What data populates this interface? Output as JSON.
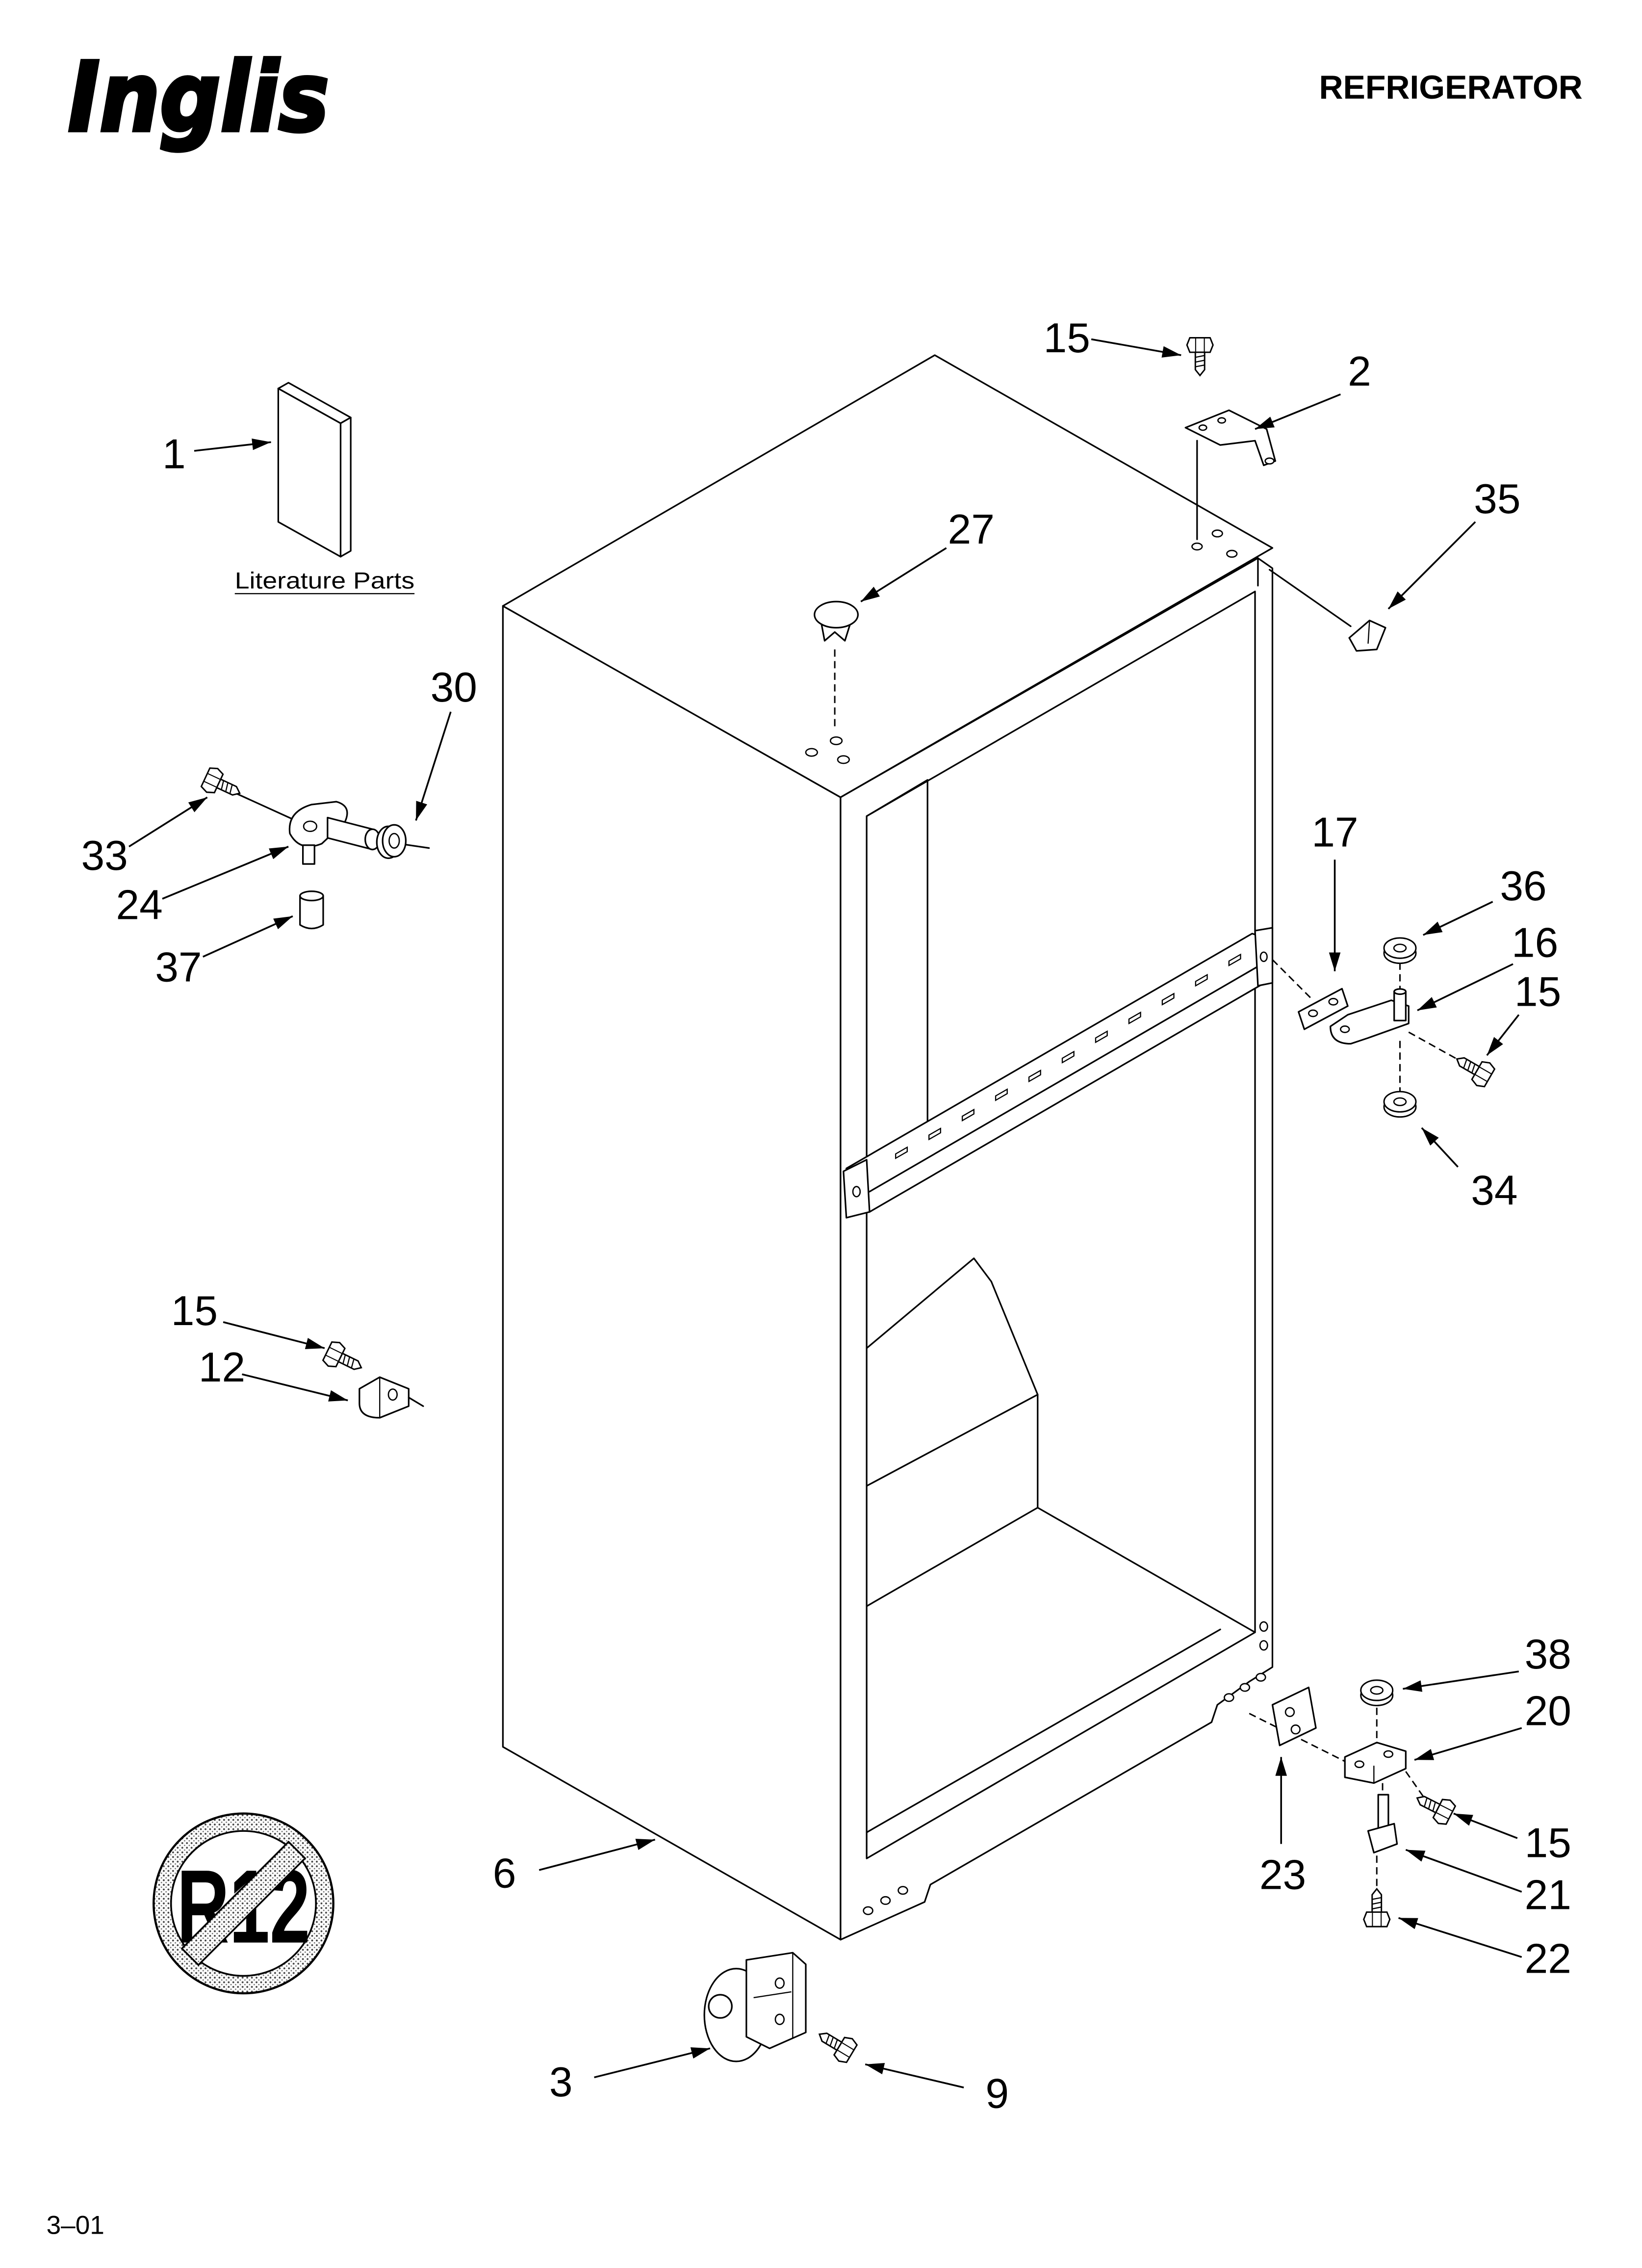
{
  "header": {
    "logo": "Inglis",
    "title": "REFRIGERATOR"
  },
  "literature": {
    "label": "Literature Parts"
  },
  "callouts": [
    "15",
    "2",
    "1",
    "27",
    "35",
    "30",
    "33",
    "24",
    "37",
    "17",
    "36",
    "16",
    "15",
    "34",
    "15",
    "12",
    "38",
    "20",
    "6",
    "23",
    "15",
    "21",
    "22",
    "3",
    "9"
  ],
  "badge": {
    "text": "R12"
  },
  "footer": {
    "page_code": "3–01"
  },
  "colors": {
    "ink": "#000000",
    "paper": "#ffffff"
  }
}
